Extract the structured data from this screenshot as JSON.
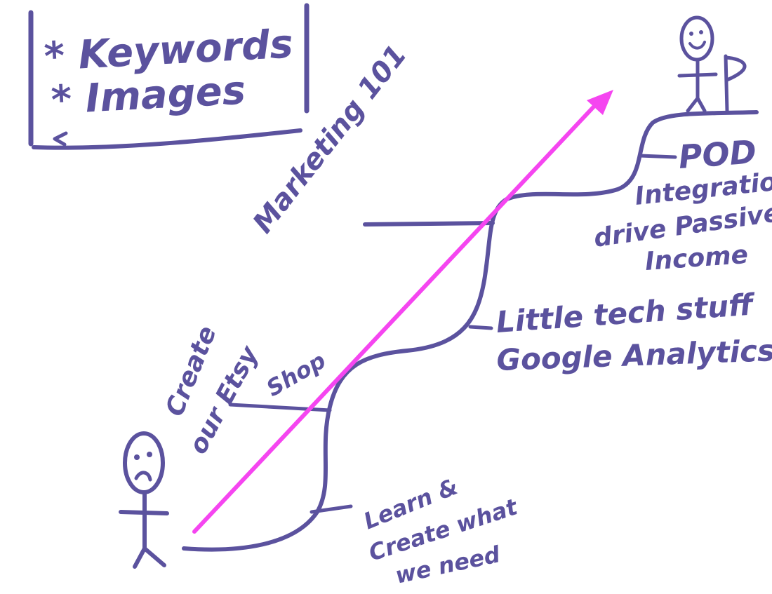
{
  "colors": {
    "ink": "#5b529e",
    "arrow": "#f545f0",
    "paper": "#ffffff"
  },
  "legend": {
    "items": [
      "* Keywords",
      "* Images"
    ]
  },
  "labels": {
    "marketing": "Marketing 101",
    "pod_title": "POD",
    "pod_line1": "Integration",
    "pod_line2": "drive Passive",
    "pod_line3": "Income",
    "tech_line1": "Little tech stuff",
    "tech_line2": "Google Analytics",
    "etsy_line1": "Create",
    "etsy_line2": "our Etsy",
    "etsy_line3": "Shop",
    "learn_line1": "Learn &",
    "learn_line2": "Create what",
    "learn_line3": "we need"
  },
  "figures": {
    "start": "stick-figure-start",
    "goal": "stick-figure-goal",
    "goal_flag": "flag-icon"
  }
}
